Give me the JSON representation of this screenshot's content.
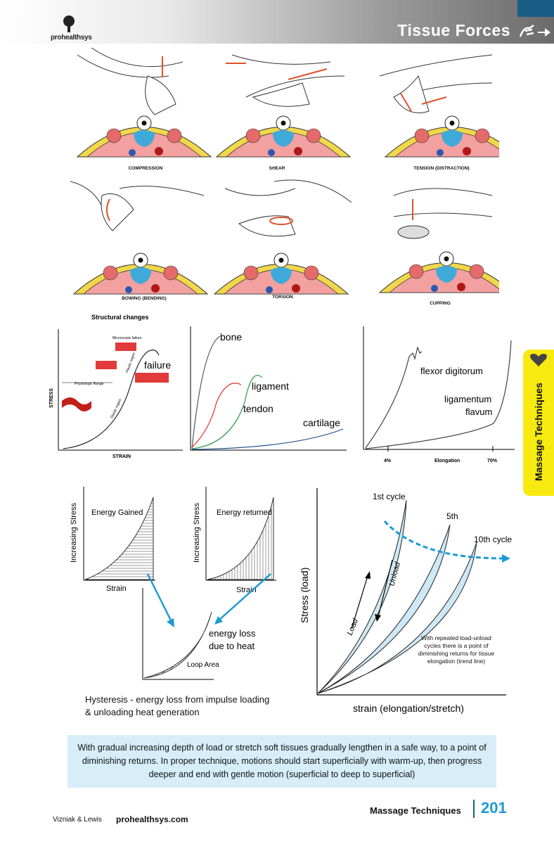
{
  "header": {
    "title": "Tissue Forces",
    "brand": "prohealthsys"
  },
  "techniques": [
    {
      "label": "COMPRESSION"
    },
    {
      "label": "SHEAR"
    },
    {
      "label": "TENSION (DISTRACTION)"
    },
    {
      "label": "BOWING (BENDING)"
    },
    {
      "label": "TORSION"
    },
    {
      "label": "CUPPING"
    }
  ],
  "structural_chart": {
    "title": "Structural changes",
    "xlabel": "STRAIN",
    "ylabel": "STRESS",
    "microscopic": "Microscopic failure",
    "failure": "failure",
    "physiologic": "Physiologic Range",
    "plastic": "Plastic region",
    "elastic": "Elastic region"
  },
  "tissue_chart": {
    "bone": "bone",
    "ligament": "ligament",
    "tendon": "tendon",
    "cartilage": "cartilage"
  },
  "elongation_chart": {
    "flexor": "flexor digitorum",
    "lig1": "ligamentum",
    "lig2": "flavum",
    "tick1": "4%",
    "xlabel": "Elongation",
    "tick2": "70%"
  },
  "hysteresis": {
    "ylabel": "Increasing Stress",
    "xlabel": "Strain",
    "gained": "Energy Gained",
    "returned": "Energy returned",
    "loop_area": "Loop Area",
    "loss1": "energy loss",
    "loss2": "due to heat",
    "caption": "Hysteresis - energy loss from impulse loading & unloading heat generation"
  },
  "cycles_chart": {
    "ylabel": "Stress (load)",
    "xlabel": "strain (elongation/stretch)",
    "c1": "1st cycle",
    "c5": "5th",
    "c10": "10th cycle",
    "load": "Load",
    "unload": "Unload",
    "note": "With repeated load-unload cycles there is a point of diminishing returns for tissue elongation (trend line)"
  },
  "note": "With gradual increasing depth of load or stretch soft tissues gradually lengthen in a safe way, to a point of diminishing returns. In proper technique, motions should start superficially with warm-up, then progress deeper and end with gentle motion (superficial to deep to superficial)",
  "side_tab": "Massage Techniques",
  "footer": {
    "authors": "Vizniak & Lewis",
    "url": "prohealthsys.com",
    "section": "Massage Techniques",
    "page": "201"
  },
  "colors": {
    "accent": "#1c9ad6",
    "header_blue": "#1a5e88",
    "tab_yellow": "#f6ea11",
    "note_bg": "#d7eef8",
    "arrow_red": "#e2502a"
  }
}
